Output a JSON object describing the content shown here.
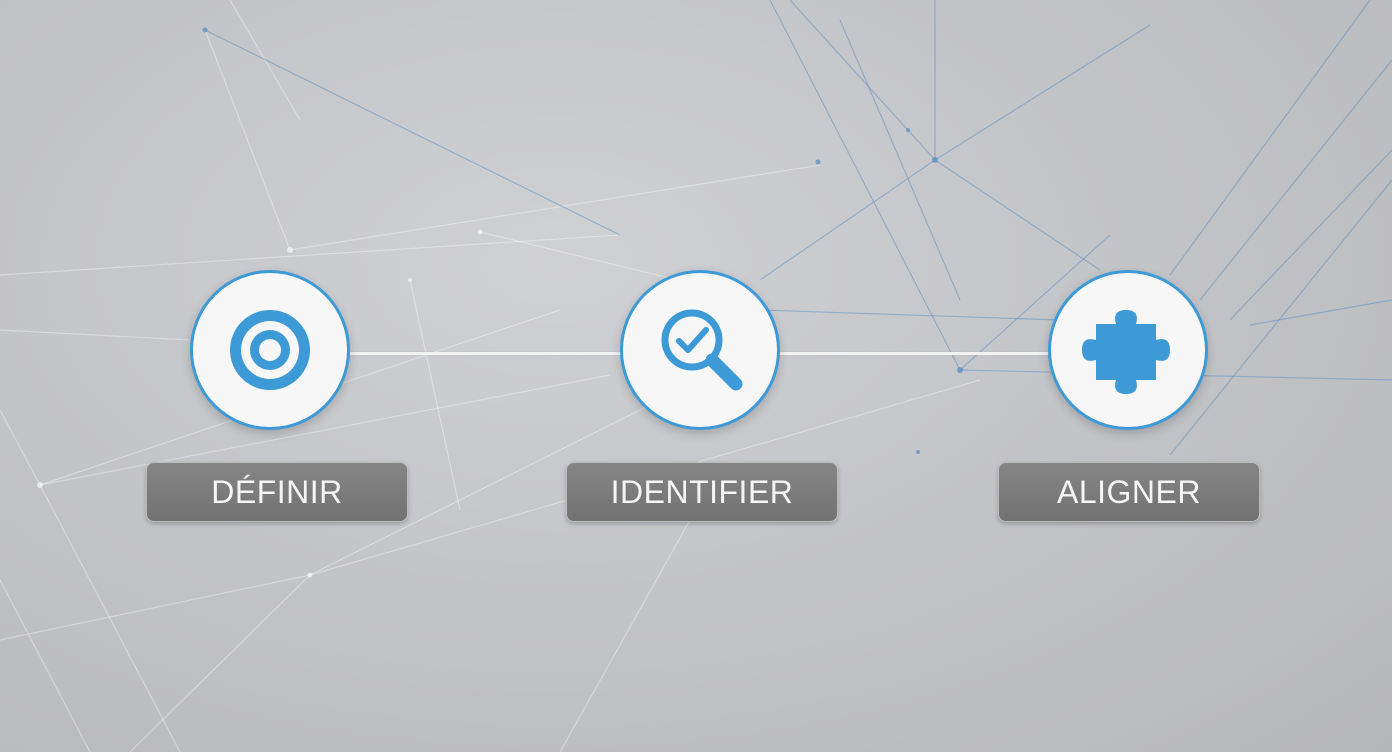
{
  "diagram": {
    "accent_color": "#3d9ad6",
    "steps": [
      {
        "label": "DÉFINIR",
        "icon": "target-icon"
      },
      {
        "label": "IDENTIFIER",
        "icon": "magnifier-check-icon"
      },
      {
        "label": "ALIGNER",
        "icon": "puzzle-piece-icon"
      }
    ]
  }
}
